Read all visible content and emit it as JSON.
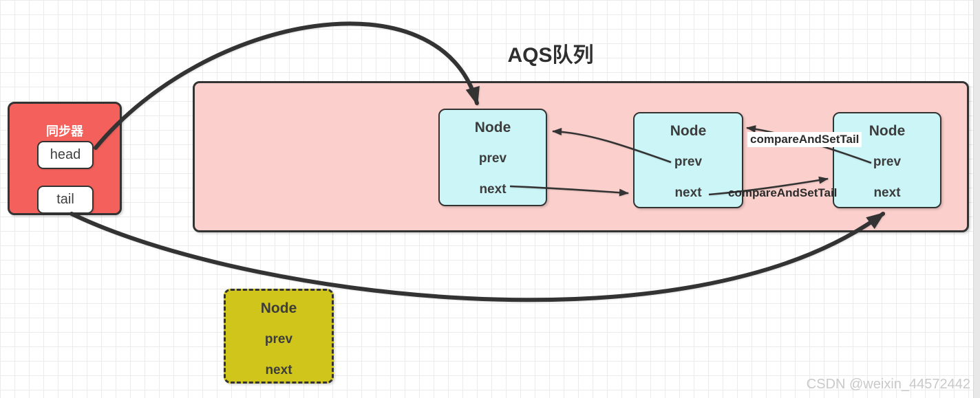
{
  "title": "AQS队列",
  "synchronizer": {
    "label": "同步器",
    "head_label": "head",
    "tail_label": "tail"
  },
  "queue_nodes": [
    {
      "title": "Node",
      "prev": "prev",
      "next": "next"
    },
    {
      "title": "Node",
      "prev": "prev",
      "next": "next"
    },
    {
      "title": "Node",
      "prev": "prev",
      "next": "next"
    }
  ],
  "pending_node": {
    "title": "Node",
    "prev": "prev",
    "next": "next"
  },
  "labels": {
    "cas_top": "compareAndSetTail",
    "cas_bottom": "compareAndSetTail"
  },
  "watermark": "CSDN @weixin_44572442",
  "colors": {
    "synchronizer_fill": "#f4615c",
    "queue_container_fill": "#fbd0cc",
    "node_fill": "#cbf5f7",
    "pending_node_fill": "#d0c51b",
    "stroke": "#333333",
    "grid_line": "#ebebeb"
  },
  "arrows": [
    {
      "name": "head-to-node1",
      "from": "head",
      "to": "node1-top"
    },
    {
      "name": "tail-to-node3",
      "from": "tail",
      "to": "node3-bottom"
    },
    {
      "name": "node2-prev-to-node1",
      "from": "node2.prev",
      "to": "node1"
    },
    {
      "name": "node1-next-to-node2",
      "from": "node1.next",
      "to": "node2"
    },
    {
      "name": "node3-prev-to-node2",
      "from": "node3.prev",
      "to": "node2"
    },
    {
      "name": "node2-next-to-node3",
      "from": "node2.next",
      "to": "node3"
    }
  ]
}
